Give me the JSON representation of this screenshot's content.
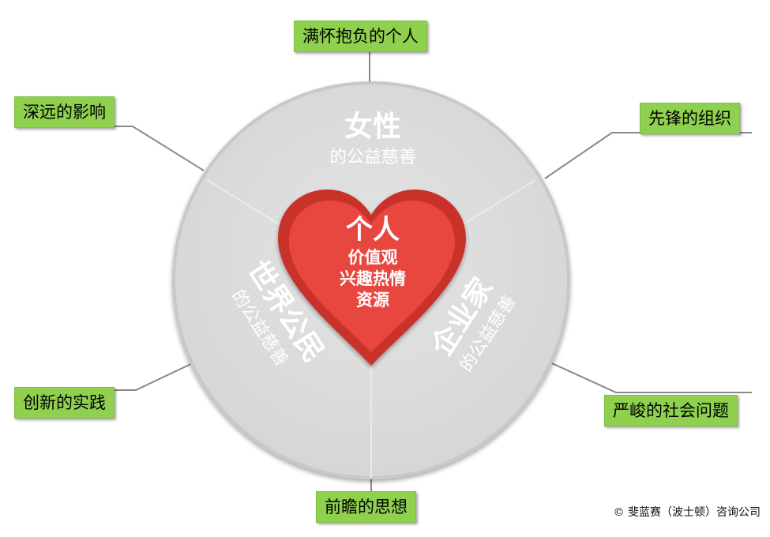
{
  "center": {
    "title": "个人",
    "lines": [
      "价值观",
      "兴趣热情",
      "资源"
    ]
  },
  "sectors": {
    "top": {
      "title": "女性",
      "subtitle": "的公益慈善"
    },
    "left": {
      "title": "世界公民",
      "subtitle": "的公益慈善"
    },
    "right": {
      "title": "企业家",
      "subtitle": "的公益慈善"
    }
  },
  "labels": {
    "top_center": "满怀抱负的个人",
    "top_left": "深远的影响",
    "top_right": "先锋的组织",
    "bottom_left": "创新的实践",
    "bottom_right": "严峻的社会问题",
    "bottom_center": "前瞻的思想"
  },
  "copyright": "© 斐蓝赛（波士顿）咨询公司",
  "colors": {
    "circle": "#dcdcdc",
    "circle_border": "#cfcfcf",
    "heart_outer": "#c9302c",
    "heart_inner": "#e8463f",
    "label_bg": "#8fd14f",
    "connector": "#888888"
  }
}
